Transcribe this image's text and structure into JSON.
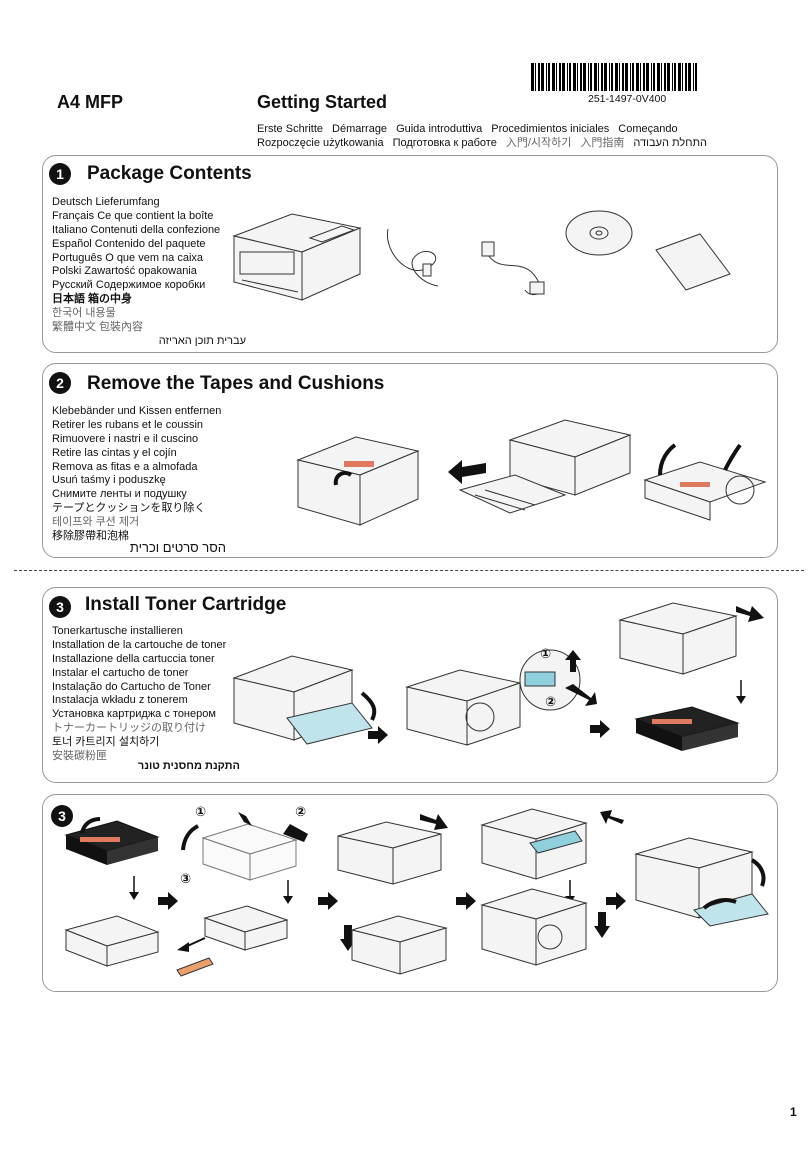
{
  "header": {
    "model": "A4 MFP",
    "title": "Getting Started",
    "barcode_number": "251-1497-0V400",
    "subtitles_row1": [
      "Erste Schritte",
      "Démarrage",
      "Guida introduttiva",
      "Procedimientos iniciales",
      "Começando"
    ],
    "subtitles_row2": [
      "Rozpoczęcie użytkowania",
      "Подготовка к работе",
      "入門/시작하기",
      "入門指南",
      "התחלת העבודה"
    ]
  },
  "sections": [
    {
      "number": "1",
      "title": "Package Contents",
      "languages": [
        "Deutsch Lieferumfang",
        "Français Ce que contient la boîte",
        "Italiano Contenuti della confezione",
        "Español Contenido del paquete",
        "Português O que vem na caixa",
        "Polski Zawartość opakowania",
        "Русский Содержимое коробки",
        "日本語 箱の中身",
        "한국어 내용물",
        "繁體中文 包裝內容",
        "עברית תוכן האריזה"
      ]
    },
    {
      "number": "2",
      "title": "Remove the Tapes and Cushions",
      "languages": [
        "Klebebänder und Kissen entfernen",
        "Retirer les rubans et le coussin",
        "Rimuovere i nastri e il cuscino",
        "Retire las cintas y el cojín",
        "Remova as fitas e a almofada",
        "Usuń taśmy i poduszkę",
        "Снимите ленты и подушку",
        "テープとクッションを取り除く",
        "테이프와 쿠션 제거",
        "移除膠帶和泡棉",
        "הסר סרטים וכרית"
      ]
    },
    {
      "number": "3",
      "title": "Install Toner Cartridge",
      "languages": [
        "Tonerkartusche installieren",
        "Installation de la cartouche de toner",
        "Installazione della cartuccia toner",
        "Instalar el cartucho de toner",
        "Instalação do Cartucho de Toner",
        "Instalacja wkładu z tonerem",
        "Установка картриджа с тонером",
        "トナーカートリッジの取り付け",
        "토너 카트리지 설치하기",
        "安裝碳粉匣",
        "התקנת מחסנית טונר"
      ]
    },
    {
      "number": "3"
    }
  ],
  "callouts": [
    "①",
    "②",
    "③"
  ],
  "page_number": "1"
}
